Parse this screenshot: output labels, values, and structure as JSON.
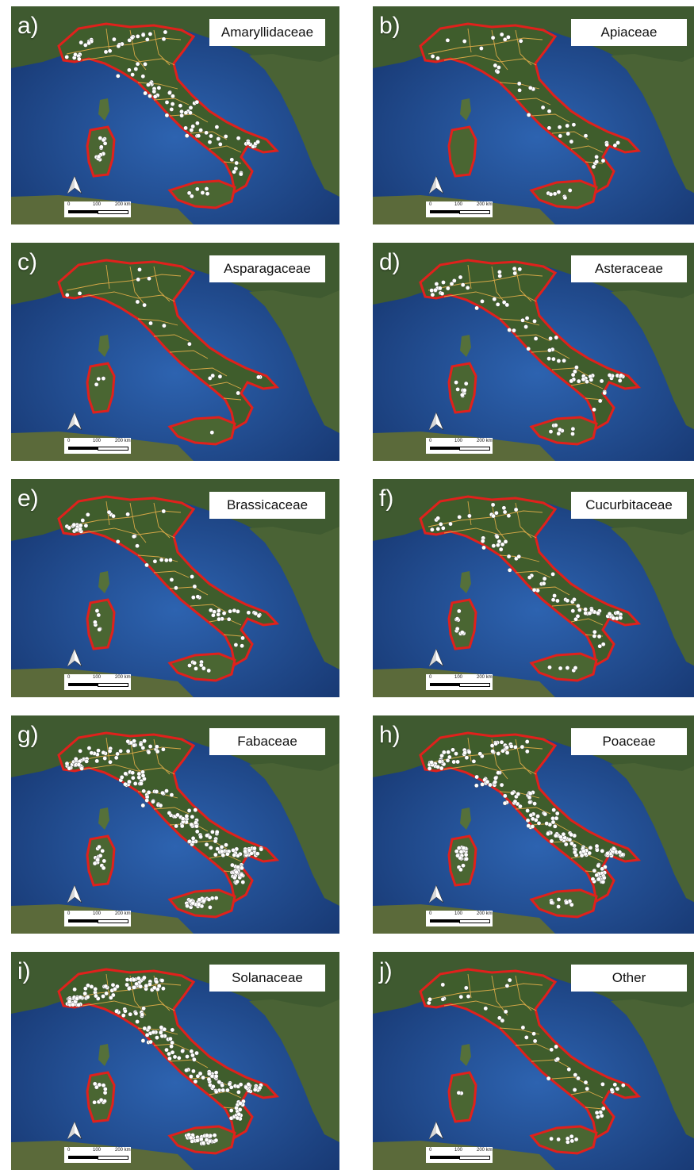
{
  "scale_labels": [
    "0",
    "100",
    "200 km"
  ],
  "colors": {
    "sea": "#1f4a8e",
    "land": "#3d5a2c",
    "italy_border": "#e0211c",
    "region_lines": "#e6b04a",
    "points": "#ffffff"
  },
  "icons": {
    "north_arrow": "north-arrow-icon"
  },
  "panels": [
    {
      "letter": "a)",
      "label": "Amaryllidaceae",
      "density": 110
    },
    {
      "letter": "b)",
      "label": "Apiaceae",
      "density": 45
    },
    {
      "letter": "c)",
      "label": "Asparagaceae",
      "density": 20
    },
    {
      "letter": "d)",
      "label": "Asteraceae",
      "density": 85
    },
    {
      "letter": "e)",
      "label": "Brassicaceae",
      "density": 70
    },
    {
      "letter": "f)",
      "label": "Cucurbitaceae",
      "density": 95
    },
    {
      "letter": "g)",
      "label": "Fabaceae",
      "density": 260
    },
    {
      "letter": "h)",
      "label": "Poaceae",
      "density": 230
    },
    {
      "letter": "i)",
      "label": "Solanaceae",
      "density": 250
    },
    {
      "letter": "j)",
      "label": "Other",
      "density": 50
    }
  ]
}
